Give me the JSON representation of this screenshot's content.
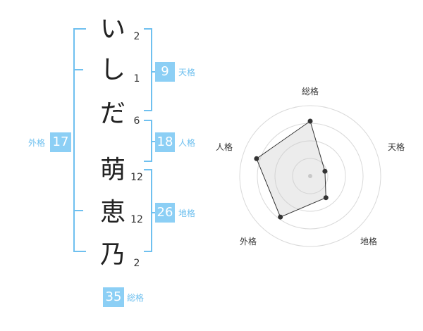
{
  "colors": {
    "accent": "#8ccff5",
    "accent_text": "#6fc0ef",
    "text": "#222222"
  },
  "name": {
    "surname": [
      {
        "char": "い",
        "strokes": "2"
      },
      {
        "char": "し",
        "strokes": "1"
      },
      {
        "char": "だ",
        "strokes": "6"
      }
    ],
    "given": [
      {
        "char": "萌",
        "strokes": "12"
      },
      {
        "char": "恵",
        "strokes": "12"
      },
      {
        "char": "乃",
        "strokes": "2"
      }
    ]
  },
  "fortunes": {
    "tenkaku": {
      "value": "9",
      "label": "天格"
    },
    "jinkaku": {
      "value": "18",
      "label": "人格"
    },
    "chikaku": {
      "value": "26",
      "label": "地格"
    },
    "gaikaku": {
      "value": "17",
      "label": "外格"
    },
    "soukaku": {
      "value": "35",
      "label": "総格"
    }
  },
  "chart_data": {
    "type": "radar",
    "axes": [
      "総格",
      "天格",
      "地格",
      "外格",
      "人格"
    ],
    "values": [
      0.78,
      0.22,
      0.38,
      0.72,
      0.8
    ],
    "rings": 4,
    "range": [
      0,
      1
    ]
  }
}
